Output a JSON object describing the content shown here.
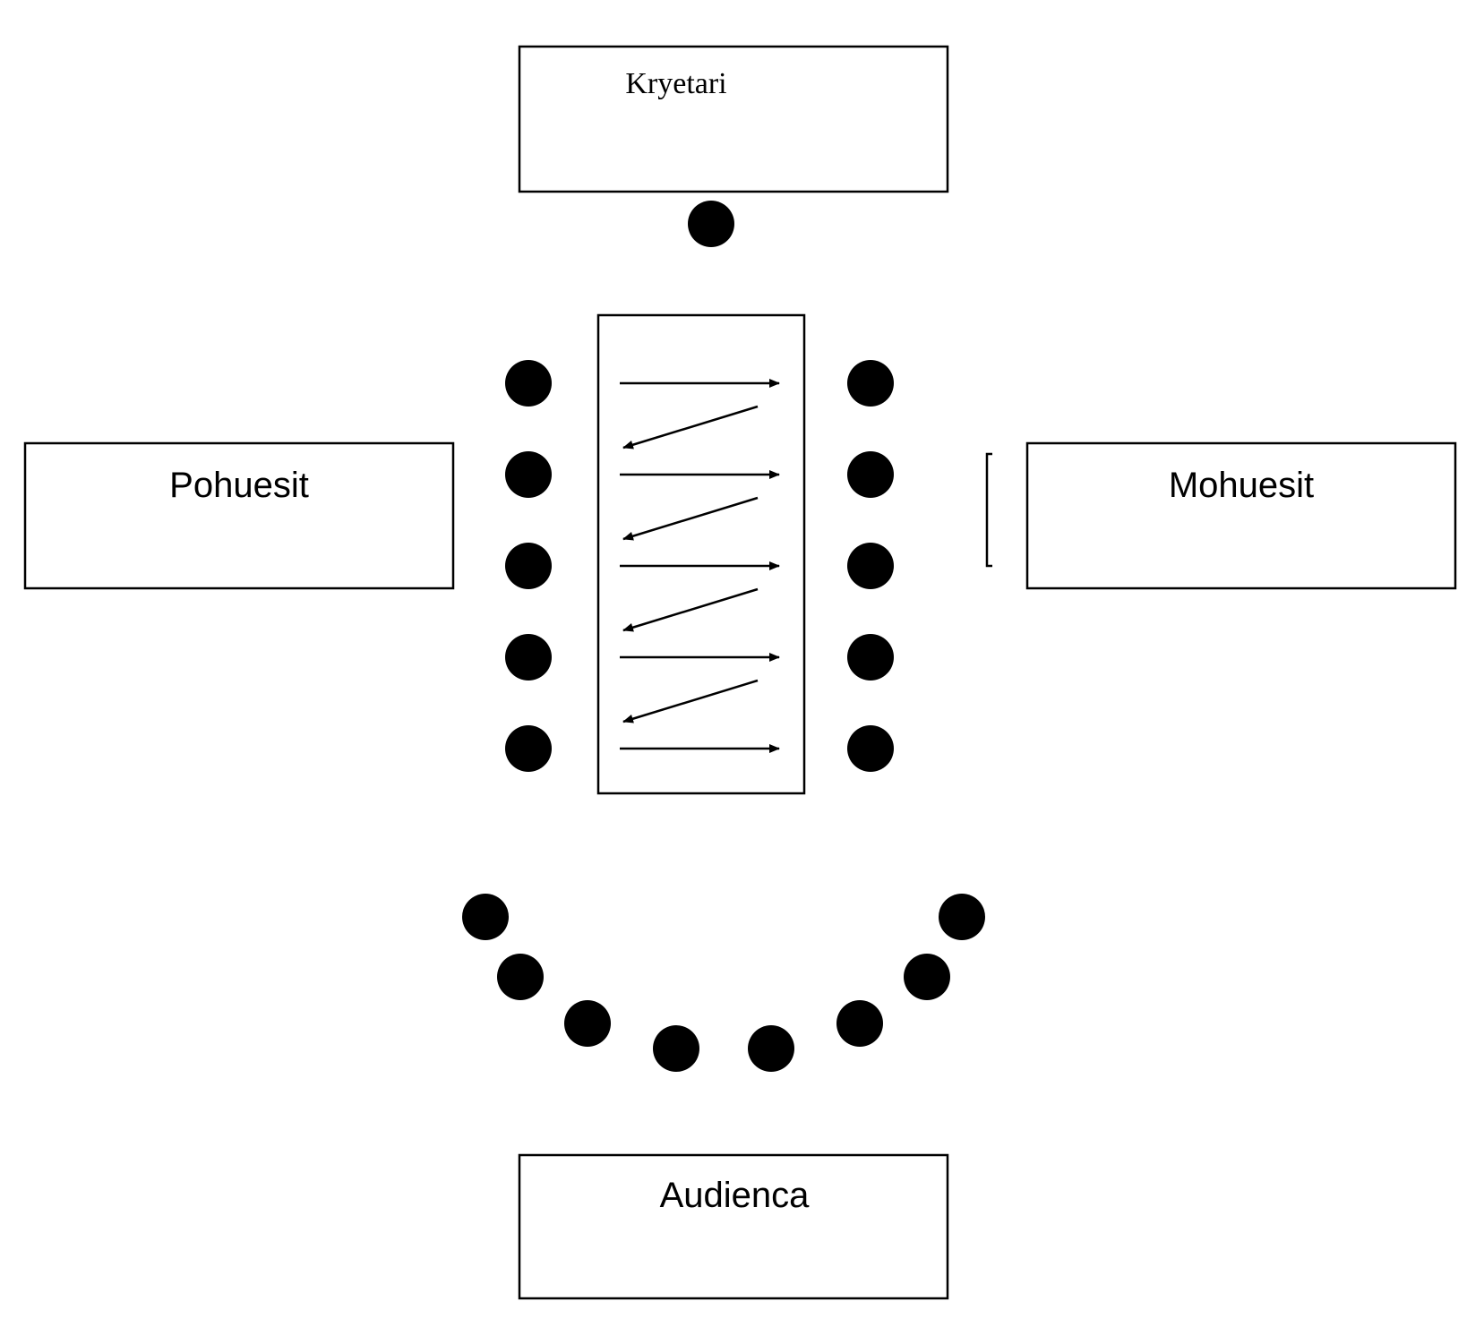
{
  "diagram": {
    "boxes": {
      "chair": {
        "label": "Kryetari"
      },
      "opposition": {
        "label": "Pohuesit"
      },
      "proposition": {
        "label": "Mohuesit"
      },
      "audience": {
        "label": "Audienca"
      }
    },
    "seats": {
      "chair_count": 1,
      "left_row_count": 5,
      "right_row_count": 5,
      "audience_arc_count": 8
    },
    "exchange_arrows": {
      "rightward_count": 5,
      "leftward_count": 4
    },
    "colors": {
      "stroke": "#000000",
      "seat_fill": "#000000",
      "background": "#ffffff"
    }
  }
}
